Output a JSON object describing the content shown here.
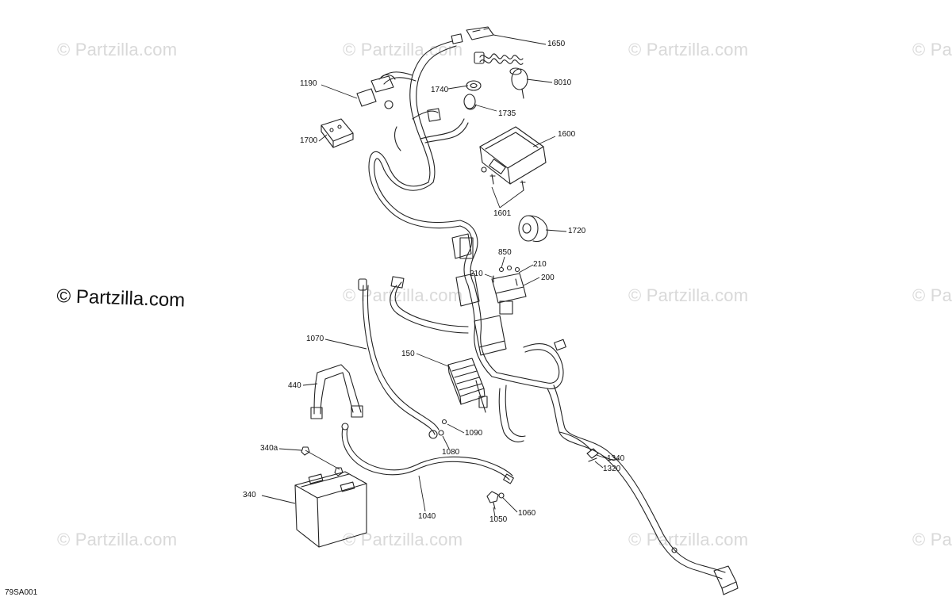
{
  "watermark": {
    "text": "© Partzilla.com"
  },
  "diagram_code": "79SA001",
  "callouts": [
    {
      "id": "c1650",
      "label": "1650"
    },
    {
      "id": "c8010",
      "label": "8010"
    },
    {
      "id": "c1190",
      "label": "1190"
    },
    {
      "id": "c1740",
      "label": "1740"
    },
    {
      "id": "c1735",
      "label": "1735"
    },
    {
      "id": "c1700",
      "label": "1700"
    },
    {
      "id": "c1600",
      "label": "1600"
    },
    {
      "id": "c1601",
      "label": "1601"
    },
    {
      "id": "c1720",
      "label": "1720"
    },
    {
      "id": "c850",
      "label": "850"
    },
    {
      "id": "c210a",
      "label": "210"
    },
    {
      "id": "c210b",
      "label": "210"
    },
    {
      "id": "c200",
      "label": "200"
    },
    {
      "id": "c1070",
      "label": "1070"
    },
    {
      "id": "c150",
      "label": "150"
    },
    {
      "id": "c440",
      "label": "440"
    },
    {
      "id": "c1090",
      "label": "1090"
    },
    {
      "id": "c1080",
      "label": "1080"
    },
    {
      "id": "c340a",
      "label": "340a"
    },
    {
      "id": "c340",
      "label": "340"
    },
    {
      "id": "c1340",
      "label": "1340"
    },
    {
      "id": "c1320",
      "label": "1320"
    },
    {
      "id": "c1040",
      "label": "1040"
    },
    {
      "id": "c1060",
      "label": "1060"
    },
    {
      "id": "c1050",
      "label": "1050"
    }
  ]
}
